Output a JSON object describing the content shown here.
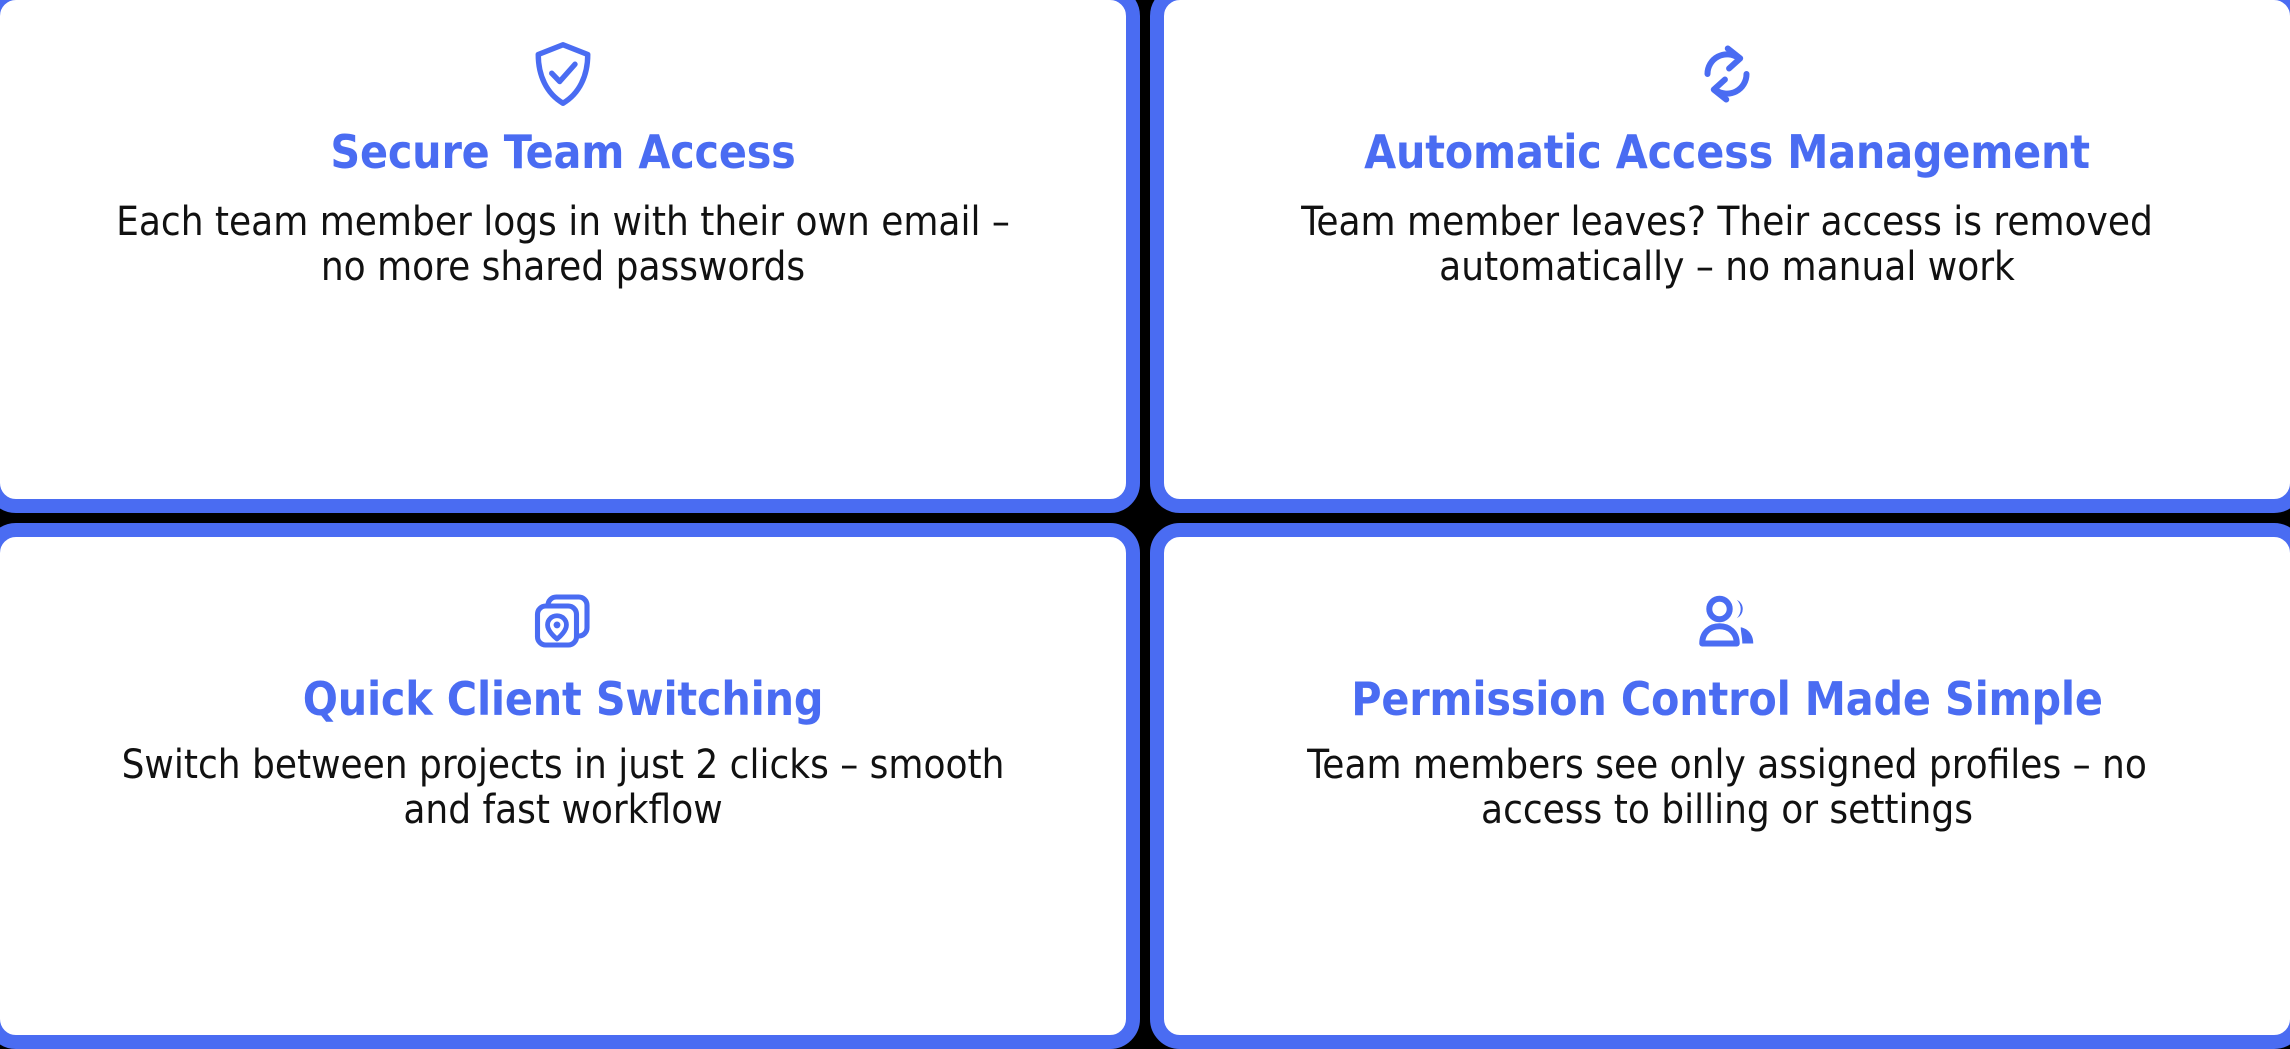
{
  "layout": {
    "type": "feature-grid",
    "columns": 2,
    "rows": 2,
    "accent_color": "#4a6cf2",
    "card_background": "#ffffff",
    "page_background": "#000000",
    "body_text_color": "#111111"
  },
  "cards": [
    {
      "icon": "shield-check-icon",
      "title": "Secure Team Access",
      "body": "Each team member logs in with their own email – no more shared passwords"
    },
    {
      "icon": "refresh-sync-icon",
      "title": "Automatic Access Management",
      "body": "Team member leaves? Their access is removed automatically – no manual work"
    },
    {
      "icon": "stacked-map-pin-icon",
      "title": "Quick Client Switching",
      "body": "Switch between projects in just 2 clicks – smooth and fast workflow"
    },
    {
      "icon": "users-group-icon",
      "title": "Permission Control Made Simple",
      "body": "Team members see only assigned profiles – no access to billing or settings"
    }
  ]
}
